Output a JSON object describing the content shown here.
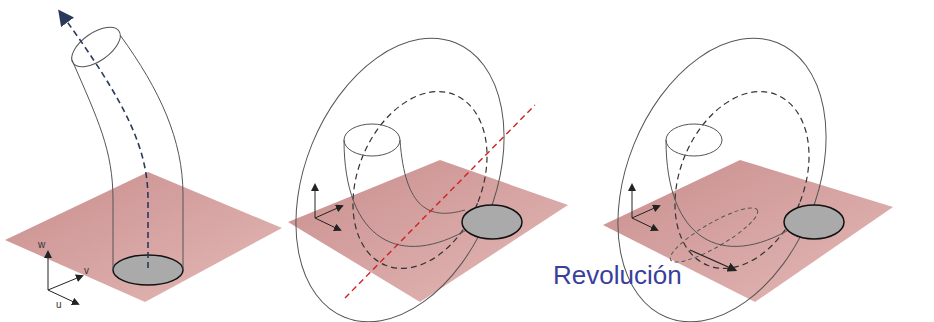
{
  "diagram": {
    "labels": [
      "w",
      "v",
      "u",
      "Revolución"
    ]
  }
}
